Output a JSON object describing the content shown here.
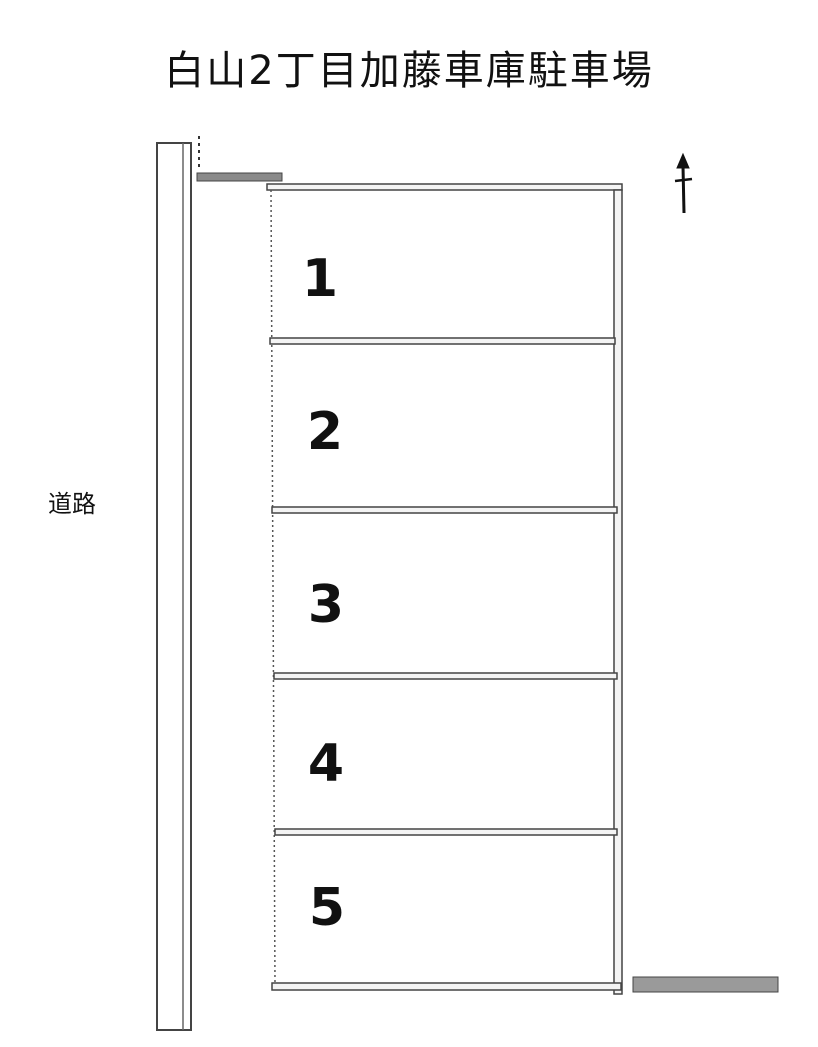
{
  "title": "白山2丁目加藤車庫駐車場",
  "road_label": "道路",
  "north_icon": "north-arrow-icon",
  "spaces": [
    {
      "label": "1"
    },
    {
      "label": "2"
    },
    {
      "label": "3"
    },
    {
      "label": "4"
    },
    {
      "label": "5"
    }
  ]
}
